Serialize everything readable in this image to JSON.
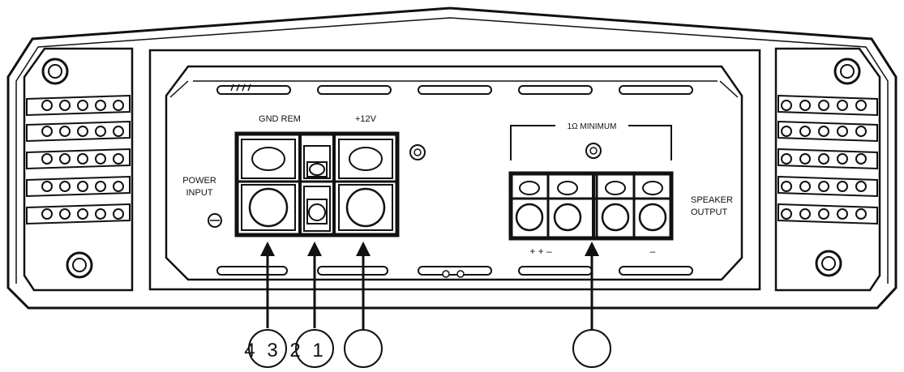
{
  "labels": {
    "gnd_rem": "GND REM",
    "plus12v": "+12V",
    "power_input_line1": "POWER",
    "power_input_line2": "INPUT",
    "minimum": "1Ω MINIMUM",
    "speaker_output_line1": "SPEAKER",
    "speaker_output_line2": "OUTPUT",
    "polarity_left": "+ + –",
    "polarity_right": "–"
  },
  "callouts": {
    "numbers": "4 3 2 1"
  },
  "colors": {
    "stroke": "#111111",
    "fill": "#ffffff"
  }
}
